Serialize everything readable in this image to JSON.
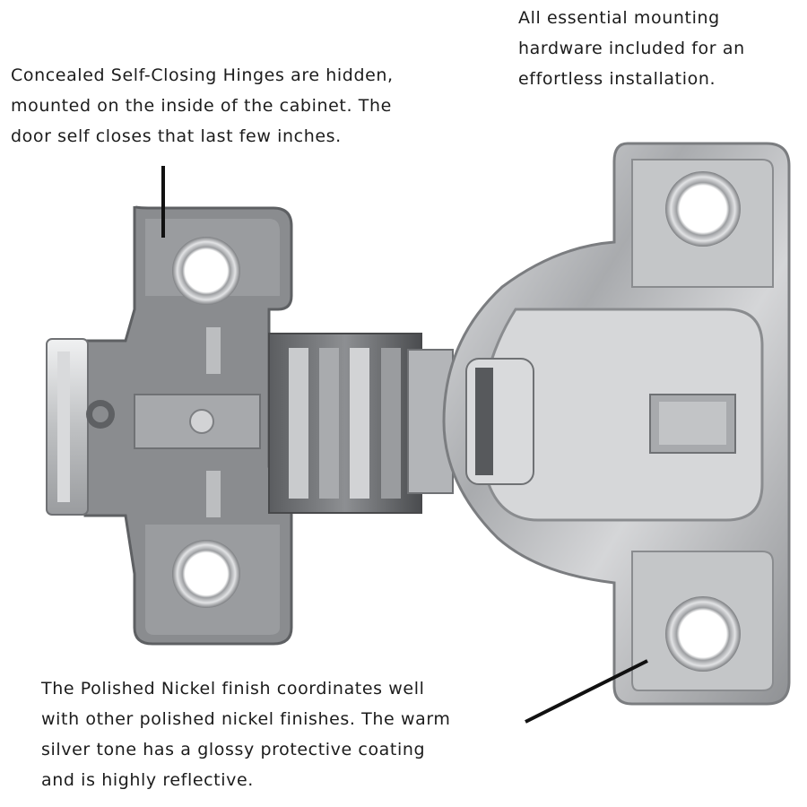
{
  "captions": {
    "top_left": [
      "Concealed Self-Closing Hinges are hidden,",
      "mounted on the inside of the cabinet. The",
      "door self closes that last few inches."
    ],
    "top_right": [
      "All essential mounting",
      "hardware included for an",
      "effortless installation."
    ],
    "bottom": [
      "The Polished Nickel finish coordinates well",
      "with other polished nickel finishes. The warm",
      "silver tone has a glossy protective coating",
      "and is highly reflective."
    ]
  },
  "product": {
    "subject": "concealed-self-closing-hinge",
    "finish_color": "#b9bbbd"
  }
}
